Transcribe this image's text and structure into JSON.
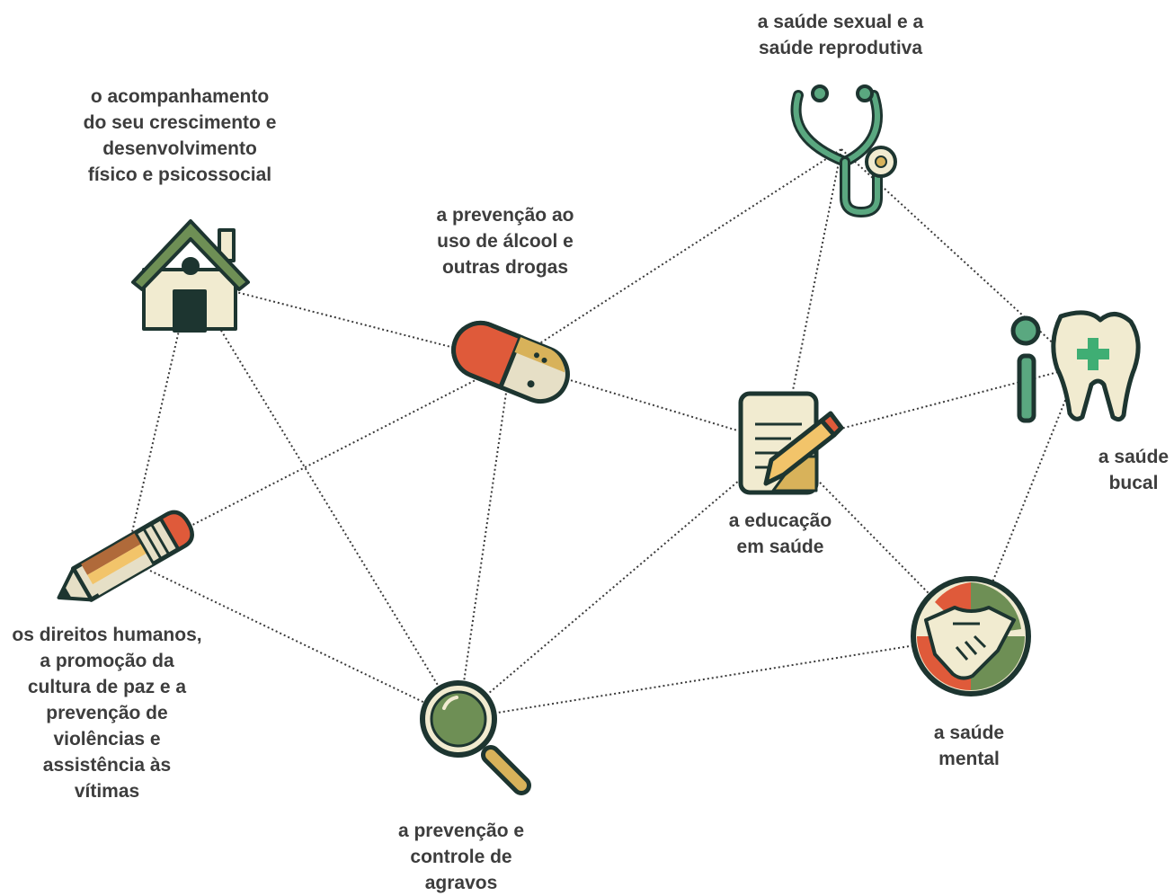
{
  "topics": [
    {
      "id": "growth",
      "icon": "house-icon",
      "label": "o acompanhamento\ndo seu crescimento e\ndesenvolvimento\nfísico e psicossocial"
    },
    {
      "id": "drugs",
      "icon": "capsule-icon",
      "label": "a prevenção ao\nuso de álcool e\noutras drogas"
    },
    {
      "id": "sexual",
      "icon": "stethoscope-icon",
      "label": "a saúde sexual e a\nsaúde reprodutiva"
    },
    {
      "id": "oral",
      "icon": "tooth-icon",
      "label": "a saúde\nbucal"
    },
    {
      "id": "education",
      "icon": "notepad-pencil-icon",
      "label": "a educação\nem saúde"
    },
    {
      "id": "mental",
      "icon": "handshake-icon",
      "label": "a saúde\nmental"
    },
    {
      "id": "rights",
      "icon": "pencil-icon",
      "label": "os direitos humanos,\na promoção da\ncultura de paz e a\nprevenção de\nviolências e\nassistência às\nvítimas"
    },
    {
      "id": "prevention",
      "icon": "magnifier-icon",
      "label": "a prevenção e\ncontrole de\nagravos"
    }
  ],
  "connections": [
    [
      "growth",
      "drugs"
    ],
    [
      "growth",
      "rights"
    ],
    [
      "growth",
      "prevention"
    ],
    [
      "drugs",
      "sexual"
    ],
    [
      "drugs",
      "education"
    ],
    [
      "drugs",
      "rights"
    ],
    [
      "drugs",
      "prevention"
    ],
    [
      "sexual",
      "education"
    ],
    [
      "sexual",
      "oral"
    ],
    [
      "education",
      "oral"
    ],
    [
      "education",
      "mental"
    ],
    [
      "education",
      "prevention"
    ],
    [
      "oral",
      "mental"
    ],
    [
      "mental",
      "prevention"
    ],
    [
      "rights",
      "prevention"
    ]
  ],
  "colors": {
    "line": "#3a3a3a",
    "outline": "#1d3530",
    "green": "#6e8f55",
    "teal": "#5aa880",
    "cream": "#f1ebd0",
    "red": "#df5a3a",
    "gold": "#d8b25a"
  }
}
